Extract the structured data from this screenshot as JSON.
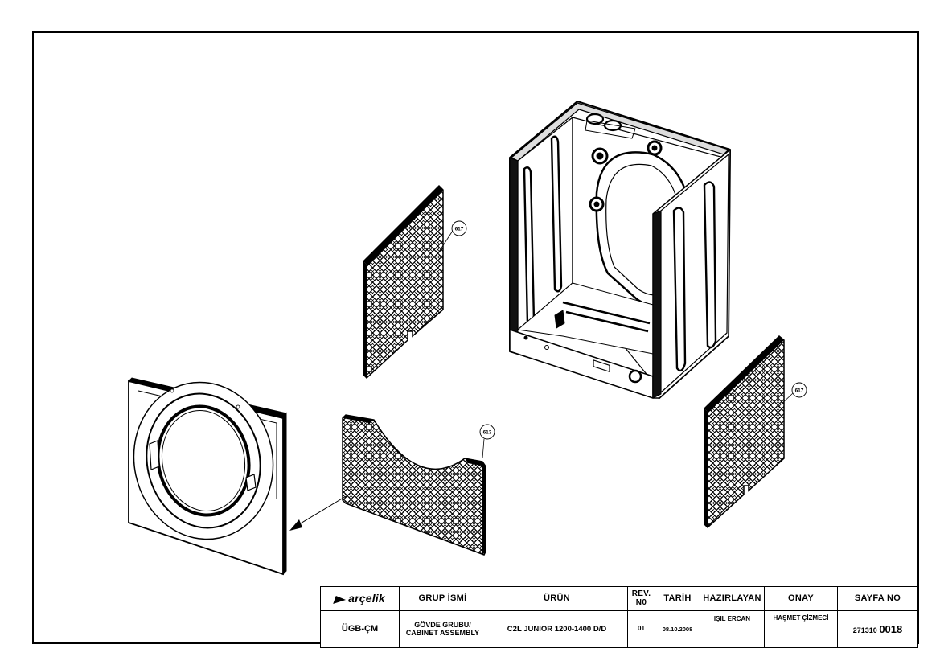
{
  "callouts": {
    "side_left": "617",
    "side_right": "617",
    "front": "613"
  },
  "title_block": {
    "brand": "arçelik",
    "headers": {
      "group": "GRUP İSMİ",
      "product": "ÜRÜN",
      "rev_line1": "REV.",
      "rev_line2": "N0",
      "date": "TARİH",
      "prepared": "HAZIRLAYAN",
      "approval": "ONAY",
      "page": "SAYFA NO"
    },
    "values": {
      "department": "ÜGB-ÇM",
      "group_line1": "GÖVDE GRUBU/",
      "group_line2": "CABINET ASSEMBLY",
      "product": "C2L JUNIOR 1200-1400 D/D",
      "rev": "01",
      "date": "08.10.2008",
      "prepared": "IŞIL ERCAN",
      "approval": "HAŞMET ÇİZMECİ",
      "page_prefix": "271310",
      "page_number": "0018"
    }
  },
  "colors": {
    "line": "#000000",
    "background": "#ffffff"
  }
}
